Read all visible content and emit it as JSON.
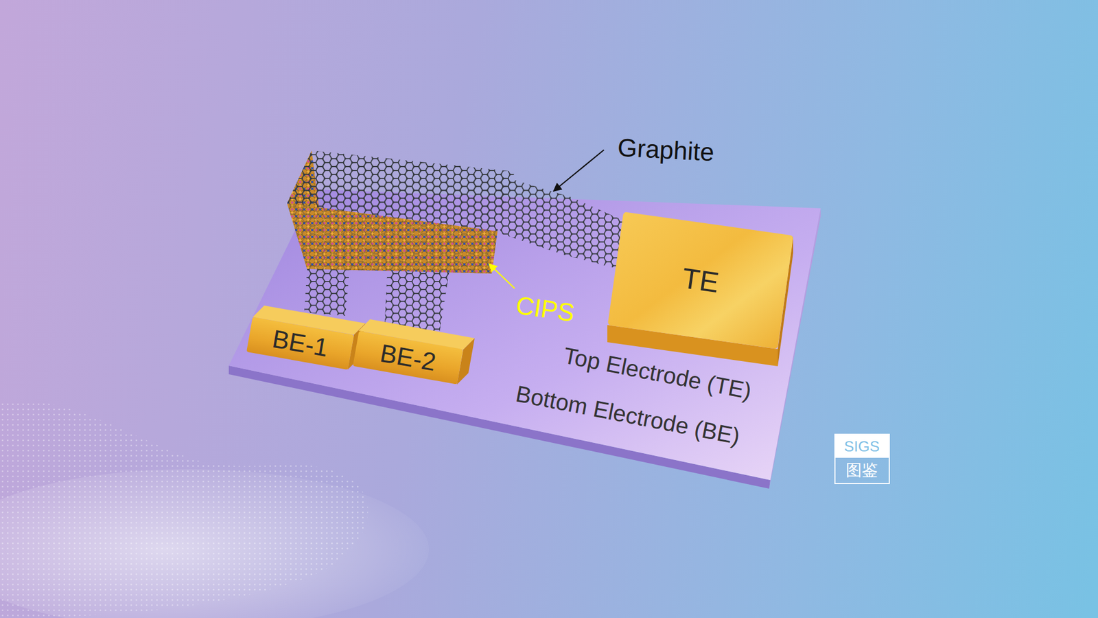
{
  "diagram": {
    "nodes": [
      {
        "text": [
          "BE-1"
        ]
      },
      {
        "text": [
          "BE-2"
        ]
      },
      {
        "text": [
          "TE"
        ]
      }
    ],
    "labels": [
      "Graphite",
      "CIPS",
      "Top Electrode (TE)",
      "Bottom Electrode (BE)",
      "SIGS",
      "图鉴"
    ]
  }
}
